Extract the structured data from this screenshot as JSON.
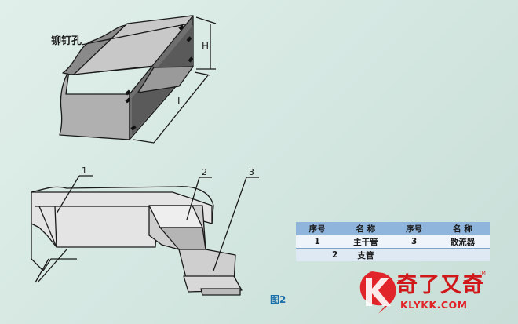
{
  "drawing": {
    "rivet_hole_label": "铆钉孔",
    "height_label": "H",
    "length_label": "L",
    "part_numbers": [
      "1",
      "2",
      "3"
    ],
    "figure_caption": "图2"
  },
  "legend": {
    "headers": [
      "序号",
      "名 称",
      "序号",
      "名 称"
    ],
    "rows": [
      [
        "1",
        "主干管",
        "3",
        "散流器"
      ],
      [
        "2",
        "支管",
        "",
        ""
      ]
    ]
  },
  "watermark": {
    "chinese_text": "奇了又奇",
    "url": "KLYKK.COM",
    "trademark": "TM"
  },
  "colors": {
    "background": "#d4e6e0",
    "legend_header": "#8fb5dc",
    "caption": "#1d6fa8",
    "brand_red": "#d0171a"
  }
}
